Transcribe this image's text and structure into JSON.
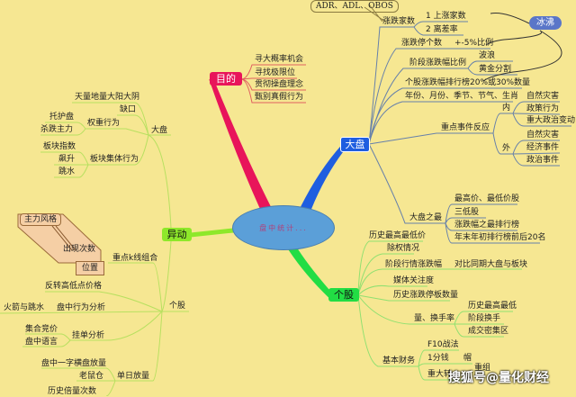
{
  "center": "盘中统计...",
  "branches": {
    "goal": {
      "label": "目的",
      "color": "#e8155a",
      "items": [
        "寻大概率机会",
        "寻找极限位",
        "贯彻操盘理念",
        "甄别真假行为"
      ]
    },
    "market": {
      "label": "大盘",
      "color": "#1f5ee0",
      "adr_note": "ADR、ADL、OBOS",
      "ice": "冰沸",
      "adv_count": "涨跌家数",
      "adv_items": [
        "1 上涨家数",
        "2 离差率"
      ],
      "limit_count": "涨跌停个数",
      "limit_pct": "+-5%比例",
      "stage_ratio": "阶段涨跌幅比例",
      "stage_items": [
        "波浪",
        "黄金分割"
      ],
      "rank": "个股涨跌幅排行榜20%或30%数量",
      "calendar": "年份、月份、季节、节气、生肖",
      "events": "重点事件反应",
      "inner": "内",
      "inner_items": [
        "自然灾害",
        "政策行为",
        "重大政治变动"
      ],
      "outer": "外",
      "outer_items": [
        "自然灾害",
        "经济事件",
        "政治事件"
      ],
      "extremes": "大盘之最",
      "extreme_items": [
        "最高价、最低价股",
        "三低股",
        "涨跌幅之最排行榜",
        "年末年初排行榜前后20名"
      ]
    },
    "stock": {
      "label": "个股",
      "color": "#22dd44",
      "items": [
        "历史最高最低价",
        "除权情况",
        "阶段行情涨跌幅",
        "媒体关注度",
        "历史涨跌停板数量"
      ],
      "compare": "对比同期大盘与板块",
      "volume": "量、换手率",
      "volume_items": [
        "历史最高最低",
        "阶段换手",
        "成交密集区"
      ],
      "fund": "基本财务",
      "fund_items": [
        "F10战法",
        "1分钱",
        "重大转"
      ],
      "hat": "帽",
      "reorg": "重组"
    },
    "anomaly": {
      "label": "异动",
      "color": "#8ee82a",
      "market": "大盘",
      "m_items": [
        "天量地量大阳大阴",
        "缺口"
      ],
      "weight": "权重行为",
      "weight_items": [
        "托护盘",
        "杀跌主力"
      ],
      "sector": "板块集体行为",
      "sector_items": [
        "板块指数",
        "飙升",
        "跳水"
      ],
      "stock": "个股",
      "style": "主力风格",
      "count": "出现次数",
      "kline": "重点k线组合",
      "position": "位置",
      "reversal": "反转高低点价格",
      "intraday": "盘中行为分析",
      "rocket": "火箭与跳水",
      "orders": "挂单分析",
      "order_items": [
        "集合竞价",
        "盘中语言"
      ],
      "daily": "单日放量",
      "daily_items": [
        "盘中一字横盘放量",
        "老鼠仓",
        "历史倍量次数"
      ]
    }
  },
  "watermark": "搜狐号@量化财经"
}
